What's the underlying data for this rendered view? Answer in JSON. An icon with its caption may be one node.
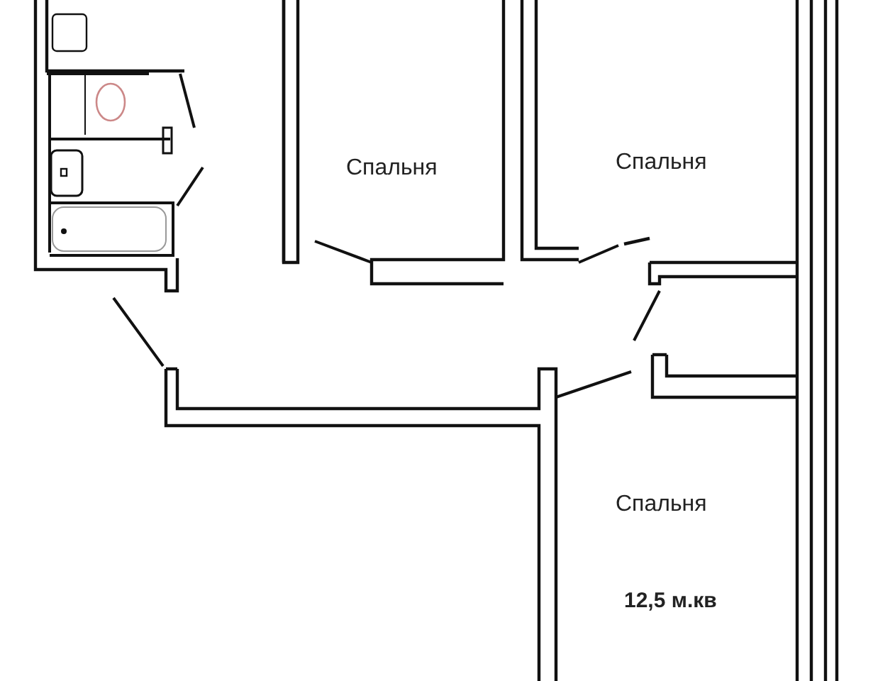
{
  "diagram": {
    "labels": [
      "Спальня",
      "Спальня",
      "Спальня",
      "12,5 м.кв"
    ]
  }
}
